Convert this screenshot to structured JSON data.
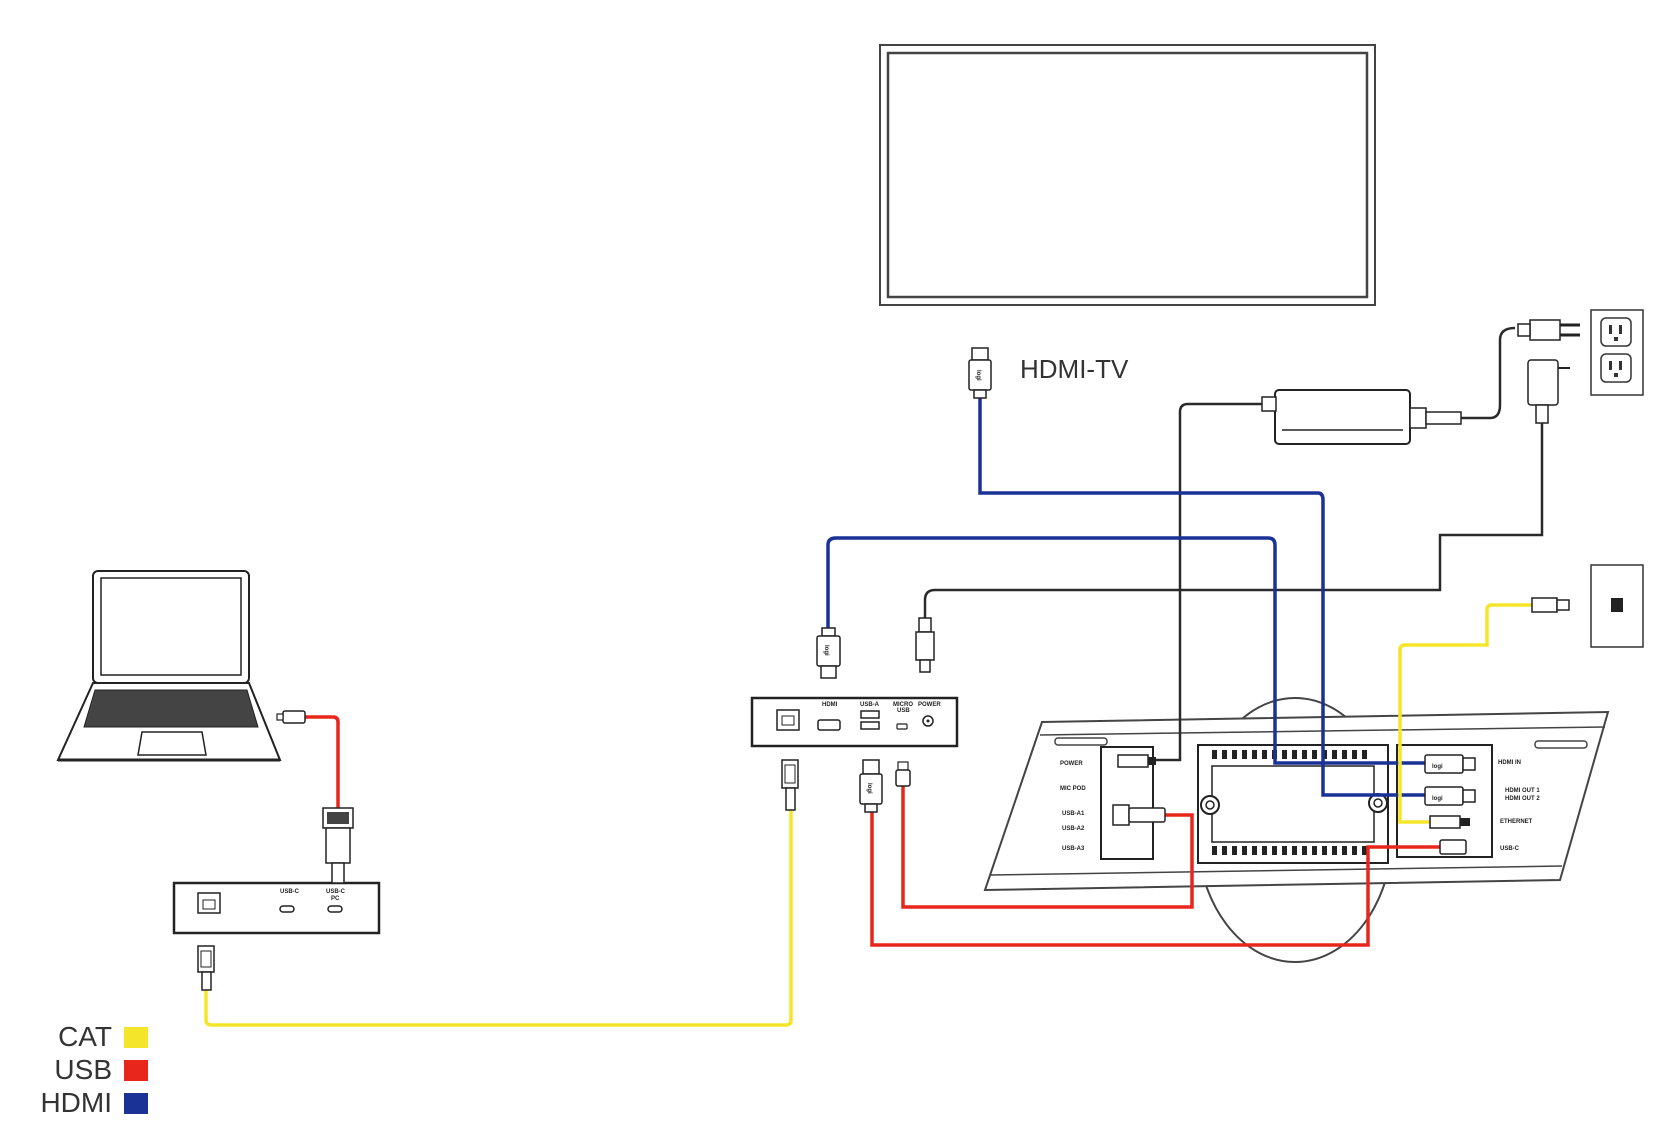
{
  "cable_colors": {
    "cat": "#f5e52a",
    "usb": "#e8261c",
    "hdmi": "#1a3196",
    "power": "#2a2a2a"
  },
  "labels": {
    "hdmi_tv": "HDMI-TV"
  },
  "legend": [
    {
      "label": "CAT",
      "color": "#f5e52a"
    },
    {
      "label": "USB",
      "color": "#e8261c"
    },
    {
      "label": "HDMI",
      "color": "#1a3196"
    }
  ],
  "small_extender": {
    "port_labels": [
      "USB-C",
      "USB-C\nPC"
    ]
  },
  "main_extender": {
    "port_labels": [
      "HDMI",
      "USB-A",
      "MICRO\nUSB",
      "POWER"
    ]
  },
  "connector_logo": "logi",
  "video_bar": {
    "left_labels": [
      "POWER",
      "MIC POD",
      "USB-A1",
      "USB-A2",
      "USB-A3"
    ],
    "right_labels": [
      "HDMI IN",
      "HDMI OUT 1",
      "HDMI OUT 2",
      "ETHERNET",
      "USB-C"
    ]
  }
}
